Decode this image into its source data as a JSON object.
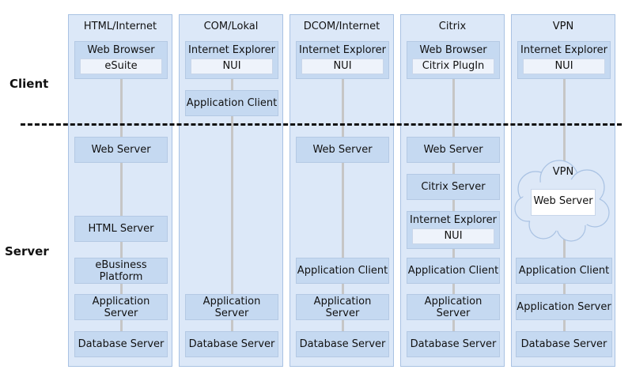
{
  "sides": {
    "client": "Client",
    "server": "Server"
  },
  "columns": [
    {
      "title": "HTML/Internet",
      "client": {
        "title": "Web Browser",
        "inner": "eSuite"
      },
      "server": [
        "Web Server",
        "HTML Server",
        "eBusiness Platform",
        "Application Server",
        "Database Server"
      ]
    },
    {
      "title": "COM/Lokal",
      "client": {
        "title": "Internet Explorer",
        "inner": "NUI"
      },
      "client_extra": "Application Client",
      "server": [
        "Application Server",
        "Database Server"
      ]
    },
    {
      "title": "DCOM/Internet",
      "client": {
        "title": "Internet Explorer",
        "inner": "NUI"
      },
      "server": [
        "Web Server",
        "Application Client",
        "Application Server",
        "Database Server"
      ]
    },
    {
      "title": "Citrix",
      "client": {
        "title": "Web Browser",
        "inner": "Citrix PlugIn"
      },
      "server": [
        "Web Server",
        "Citrix Server"
      ],
      "server_nested": {
        "title": "Internet Explorer",
        "inner": "NUI"
      },
      "server_rest": [
        "Application Client",
        "Application Server",
        "Database Server"
      ]
    },
    {
      "title": "VPN",
      "client": {
        "title": "Internet Explorer",
        "inner": "NUI"
      },
      "cloud": {
        "title": "VPN",
        "inner": "Web Server"
      },
      "server": [
        "Application Client",
        "Application Server",
        "Database Server"
      ]
    }
  ],
  "colors": {
    "column": "#dce8f8",
    "box": "#c5d9f1",
    "inner": "#eef3fb",
    "connector": "#c6c6c6"
  }
}
